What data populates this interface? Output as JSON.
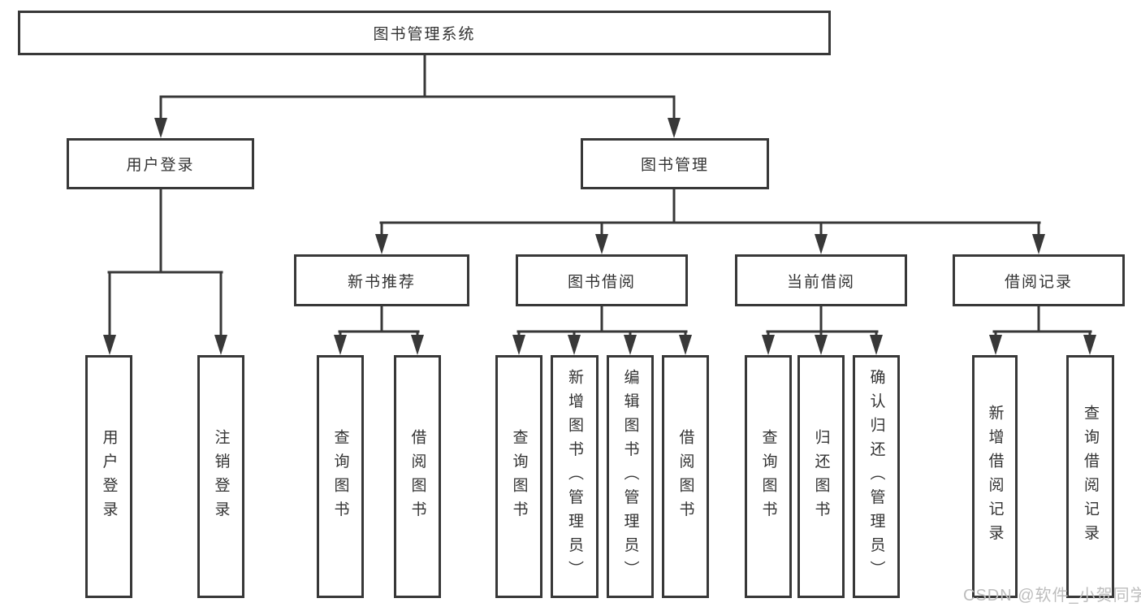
{
  "diagram": {
    "title": "图书管理系统",
    "tree": {
      "root": "图书管理系统",
      "branches": [
        {
          "label": "用户登录",
          "children": [
            "用户登录",
            "注销登录"
          ]
        },
        {
          "label": "图书管理",
          "groups": [
            {
              "label": "新书推荐",
              "children": [
                "查询图书",
                "借阅图书"
              ]
            },
            {
              "label": "图书借阅",
              "children": [
                "查询图书",
                "新增图书（管理员）",
                "编辑图书（管理员）",
                "借阅图书"
              ]
            },
            {
              "label": "当前借阅",
              "children": [
                "查询图书",
                "归还图书",
                "确认归还（管理员）"
              ]
            },
            {
              "label": "借阅记录",
              "children": [
                "新增借阅记录",
                "查询借阅记录"
              ]
            }
          ]
        }
      ]
    },
    "watermark": "CSDN @软件_小贺同学",
    "colors": {
      "line": "#383838",
      "text": "#333333",
      "watermark": "#bdbdbd",
      "background": "#ffffff"
    }
  }
}
